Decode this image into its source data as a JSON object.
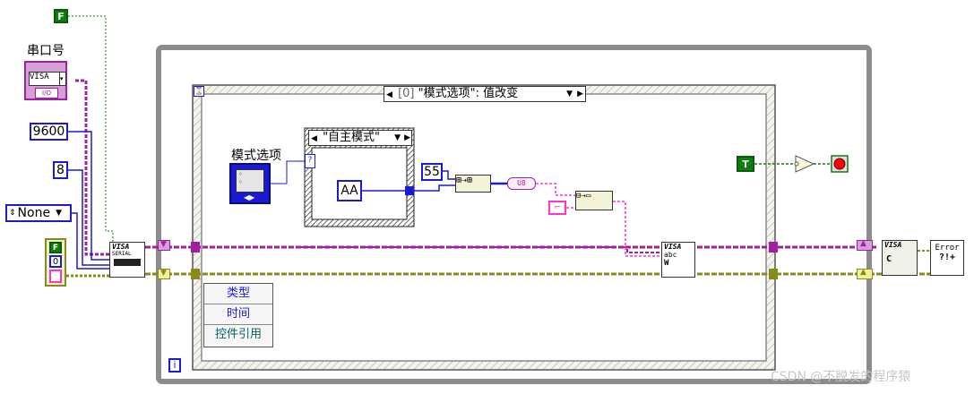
{
  "controls": {
    "constant_false": "F",
    "serial_port_label": "串口号",
    "visa_resource": "VISA",
    "visa_io": "I/O",
    "baud_rate": "9600",
    "data_bits": "8",
    "parity": "None",
    "error_cluster_status": "F",
    "error_cluster_code": "0"
  },
  "nodes": {
    "visa_config_title": "VISA",
    "visa_config_sub": "SERIAL",
    "visa_write_title": "VISA",
    "visa_write_sub": "abc",
    "visa_write_w": "W",
    "visa_close_title": "VISA",
    "visa_close_c": "C",
    "error_handler_title": "Error",
    "error_handler_sub": "?!+",
    "u8_label": "U8",
    "constant_true": "T"
  },
  "event_structure": {
    "selector": "[0] \"模式选项\": 值改变",
    "selector_index": "[0]",
    "selector_text": "\"模式选项\": 值改变",
    "event_data": [
      "类型",
      "时间",
      "控件引用"
    ]
  },
  "case_structure": {
    "selector": "\"自主模式\"",
    "control_label": "模式选项",
    "string_constant": "AA",
    "numeric_constant": "55"
  },
  "loop": {
    "iteration_terminal": "i"
  },
  "watermark": "CSDN @不脱发的程序猿",
  "colors": {
    "refnum_wire": "#a020a0",
    "error_wire": "#8a8a1a",
    "numeric_wire": "#1a1ad0",
    "string_wire": "#ff33cc",
    "boolean_wire": "#0f7d0f",
    "stop_button": "#ff0000"
  }
}
